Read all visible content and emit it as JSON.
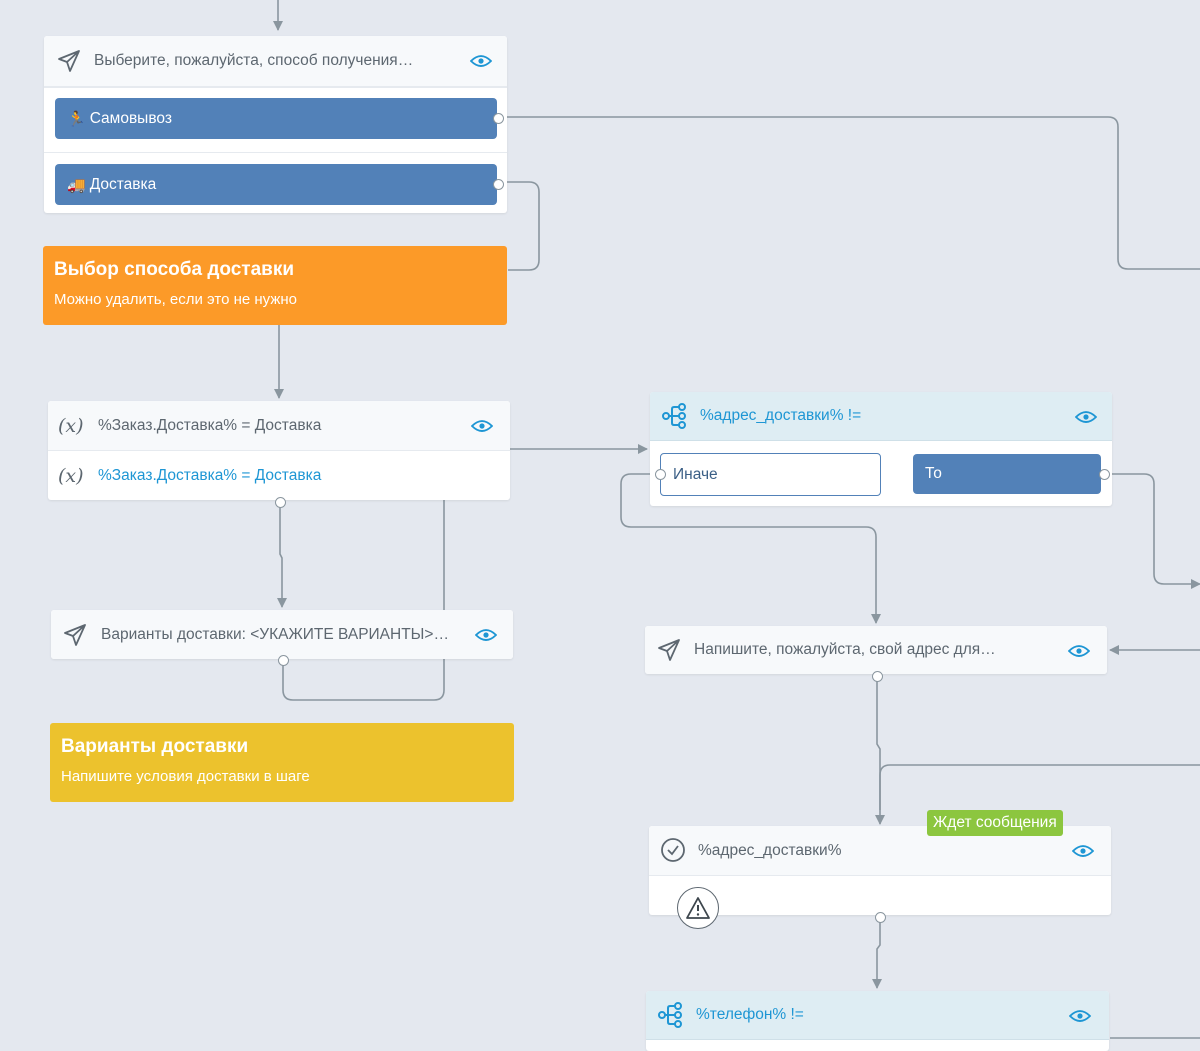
{
  "cards": {
    "delivery_question": {
      "title": "Выберите, пожалуйста, способ получения…",
      "buttons": [
        {
          "label": "Самовывоз",
          "emoji": "🏃"
        },
        {
          "label": "Доставка",
          "emoji": "🚚"
        }
      ]
    },
    "set_variable": {
      "title": "%Заказ.Доставка% = Доставка",
      "condition": "%Заказ.Доставка% = Доставка"
    },
    "delivery_options_message": {
      "title": "Варианты доставки: <УКАЖИТЕ ВАРИАНТЫ>…"
    },
    "address_condition": {
      "title": "%адрес_доставки% !=",
      "else_label": "Иначе",
      "then_label": "То"
    },
    "address_request": {
      "title": "Напишите, пожалуйста, свой адрес для…"
    },
    "address_input": {
      "title": "%адрес_доставки%",
      "status_badge": "Ждет сообщения"
    },
    "phone_condition": {
      "title": "%телефон% !="
    }
  },
  "notes": {
    "delivery_choice": {
      "title": "Выбор способа доставки",
      "subtitle": "Можно удалить, если это не нужно",
      "color": "#fc9a28"
    },
    "delivery_options": {
      "title": "Варианты доставки",
      "subtitle": "Напишите условия доставки в шаге",
      "color": "#ecc22d"
    }
  },
  "colors": {
    "canvas": "#e4e8ef",
    "button": "#5281b8",
    "wire": "#8a969f",
    "accent": "#1e96d4",
    "badge": "#8cc63f"
  }
}
